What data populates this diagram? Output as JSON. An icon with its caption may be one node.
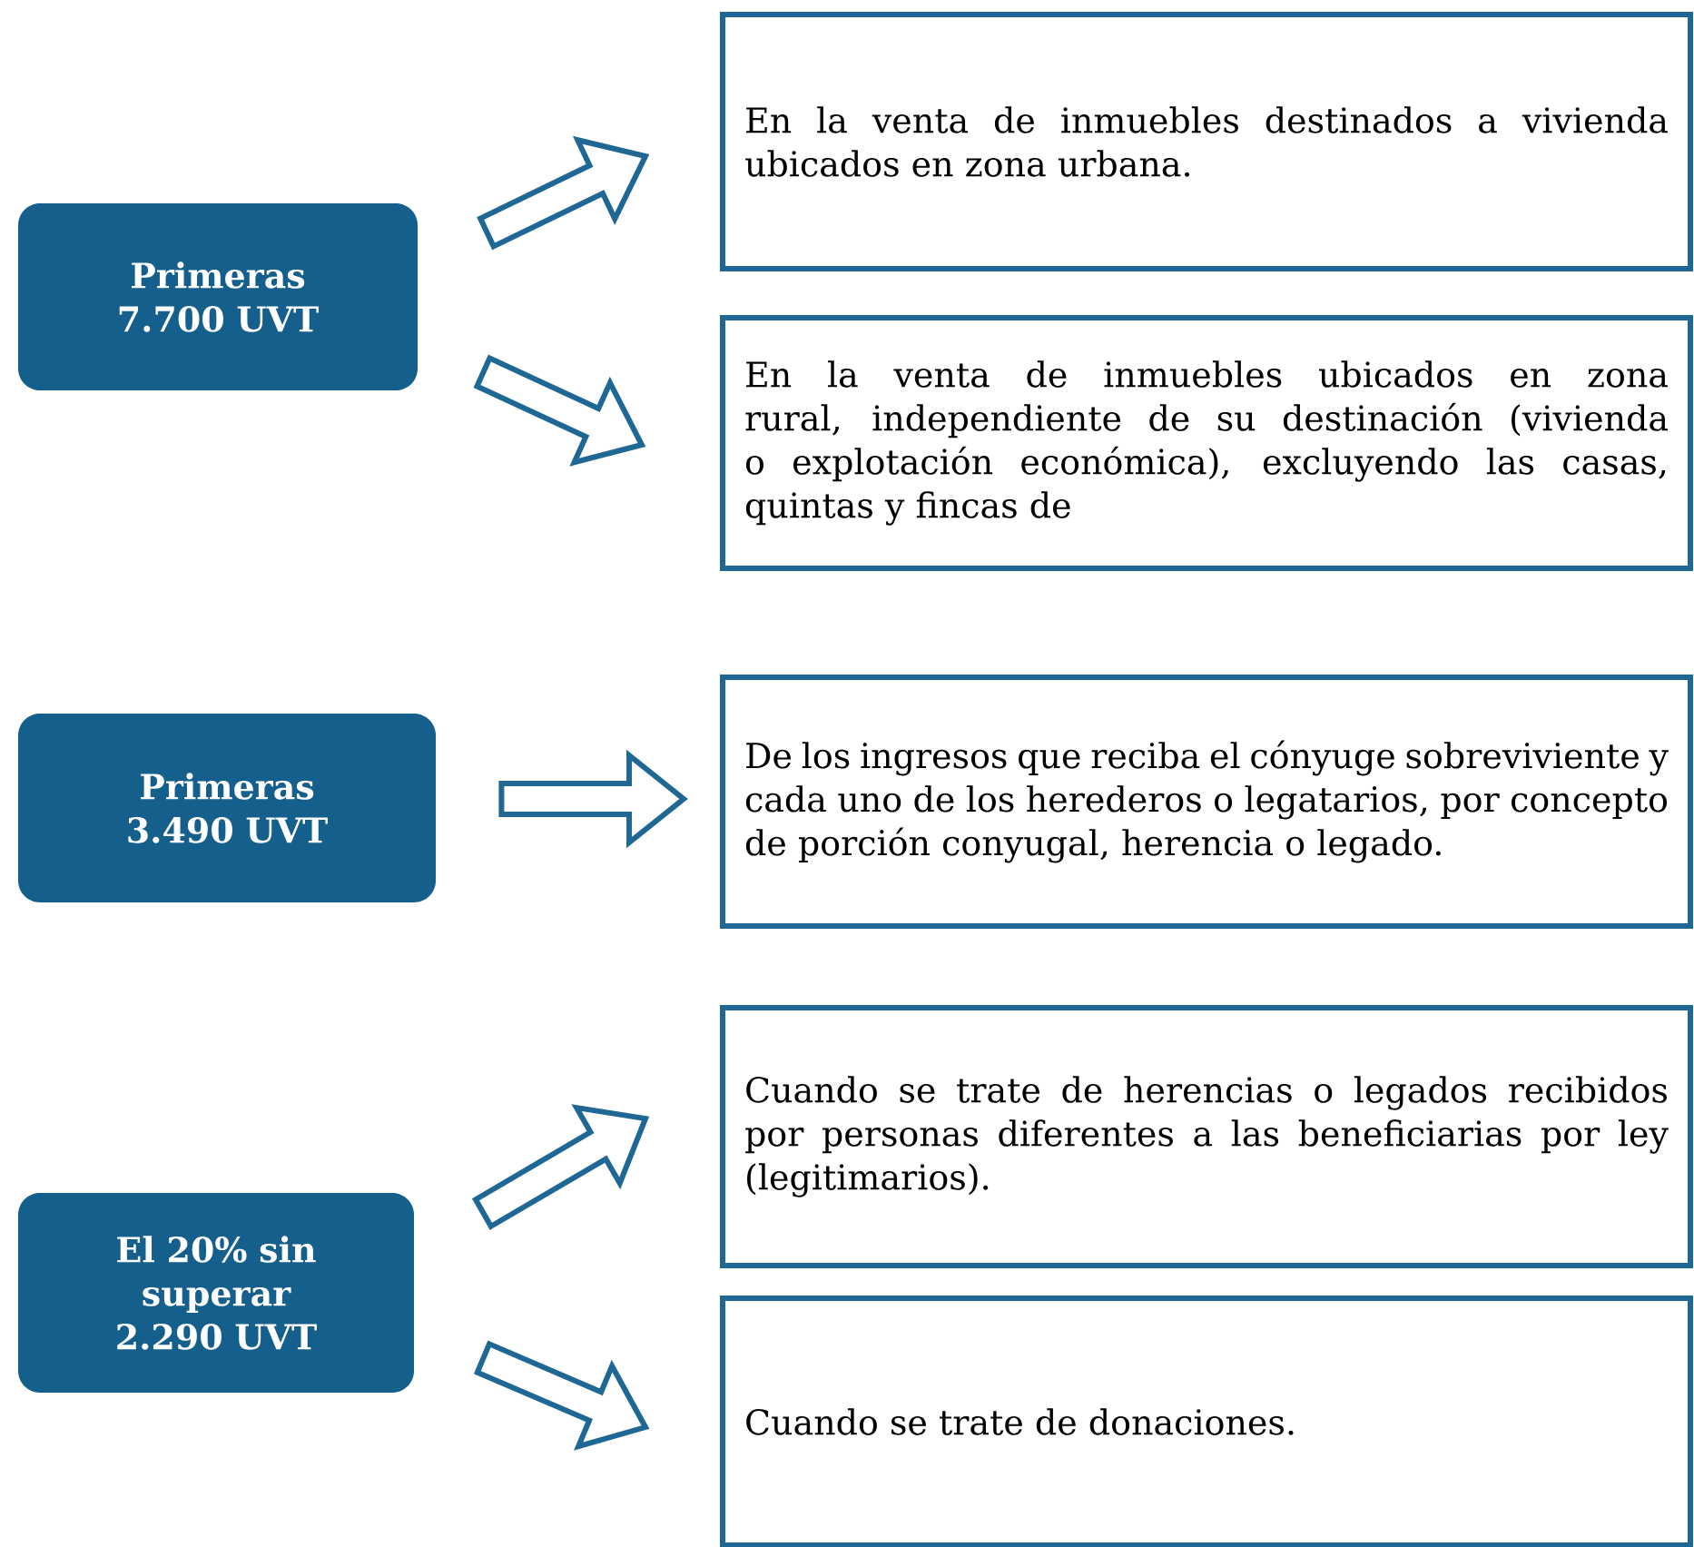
{
  "diagram": {
    "nodes": [
      {
        "text": [
          "Primeras 7.700 UVT"
        ]
      },
      {
        "text": [
          "En la venta de inmuebles destinados a vivienda ubicados en zona urbana."
        ]
      },
      {
        "text": [
          "En la venta de inmuebles ubicados en zona rural, independiente de su destinación (vivienda o explotación económica), excluyendo las casas, quintas y fincas de"
        ]
      },
      {
        "text": [
          "Primeras 3.490 UVT"
        ]
      },
      {
        "text": [
          "De los ingresos que reciba el cónyuge sobreviviente y cada uno de los herederos o legatarios, por concepto de porción conyugal, herencia o legado."
        ]
      },
      {
        "text": [
          "El 20% sin superar 2.290 UVT"
        ]
      },
      {
        "text": [
          "Cuando se trate de herencias o legados recibidos por personas diferentes a las beneficiarias por ley (legitimarios)."
        ]
      },
      {
        "text": [
          "Cuando se trate de donaciones."
        ]
      }
    ],
    "edges": [
      {
        "from": 0,
        "to": 1,
        "arrow": "to"
      },
      {
        "from": 0,
        "to": 2,
        "arrow": "to"
      },
      {
        "from": 3,
        "to": 4,
        "arrow": "to"
      },
      {
        "from": 5,
        "to": 6,
        "arrow": "to"
      },
      {
        "from": 5,
        "to": 7,
        "arrow": "to"
      }
    ]
  }
}
